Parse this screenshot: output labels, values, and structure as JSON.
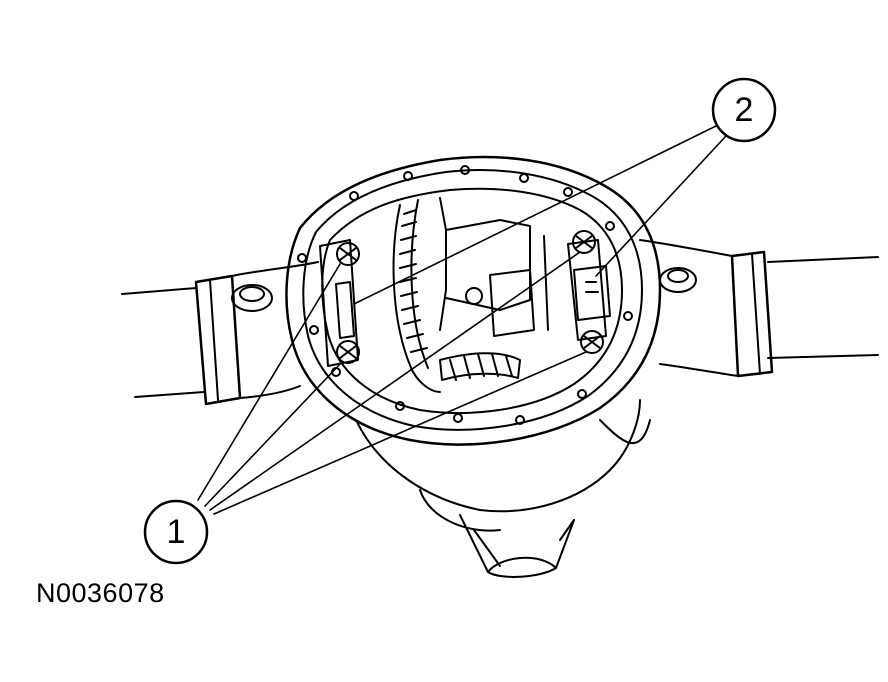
{
  "figure_id": "N0036078",
  "callouts": [
    {
      "number": "1",
      "item": "bearing-cap-bolts"
    },
    {
      "number": "2",
      "item": "differential-bearing-caps"
    }
  ],
  "colors": {
    "ink": "#000000",
    "paper": "#ffffff"
  },
  "icons": [
    "axle-housing-drawing",
    "bolt-icon",
    "bearing-cap-icon",
    "ring-gear-icon"
  ]
}
